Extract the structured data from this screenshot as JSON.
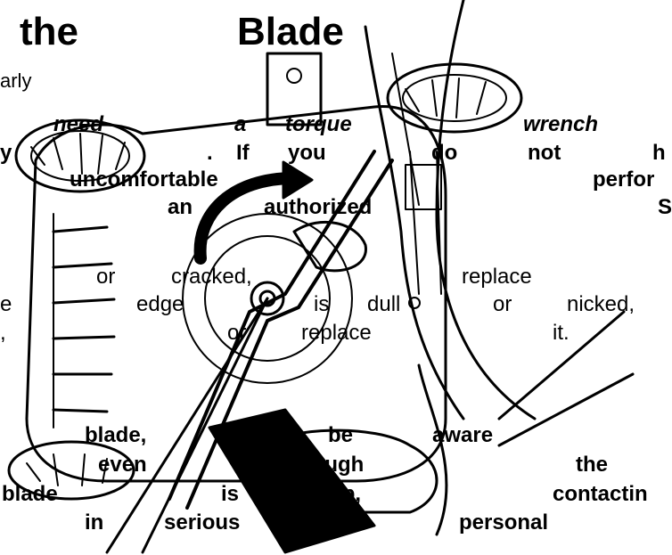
{
  "heading": {
    "w1": "the",
    "w2": "Blade"
  },
  "line_a": {
    "w1": "arly"
  },
  "line_b": {
    "w1": "need",
    "w2": "a",
    "w3": "torque",
    "w4": "wrench"
  },
  "line_c": {
    "w1": "y",
    "w2": ".",
    "w3": "If",
    "w4": "you",
    "w5": "do",
    "w6": "not",
    "w7": "h"
  },
  "line_d": {
    "w1": "uncomfortable",
    "w2": "perfor"
  },
  "line_e": {
    "w1": "an",
    "w2": "authorized",
    "w3": "S"
  },
  "line_f": {
    "w1": "or",
    "w2": "cracked,",
    "w3": "replace"
  },
  "line_g": {
    "w1": "e",
    "w2": "edge",
    "w3": "is",
    "w4": "dull",
    "w5": "or",
    "w6": "nicked,"
  },
  "line_h": {
    "w1": ",",
    "w2": "or",
    "w3": "replace",
    "w4": "it."
  },
  "line_i": {
    "w1": "blade,",
    "w2": "be",
    "w3": "aware"
  },
  "line_j": {
    "w1": "even",
    "w2": "though",
    "w3": "the"
  },
  "line_k": {
    "w1": "blade",
    "w2": "is",
    "w3": "sharp,",
    "w4": "contactin"
  },
  "line_l": {
    "w1": "in",
    "w2": "serious",
    "w3": "personal"
  },
  "illustration": {
    "caption": ""
  }
}
